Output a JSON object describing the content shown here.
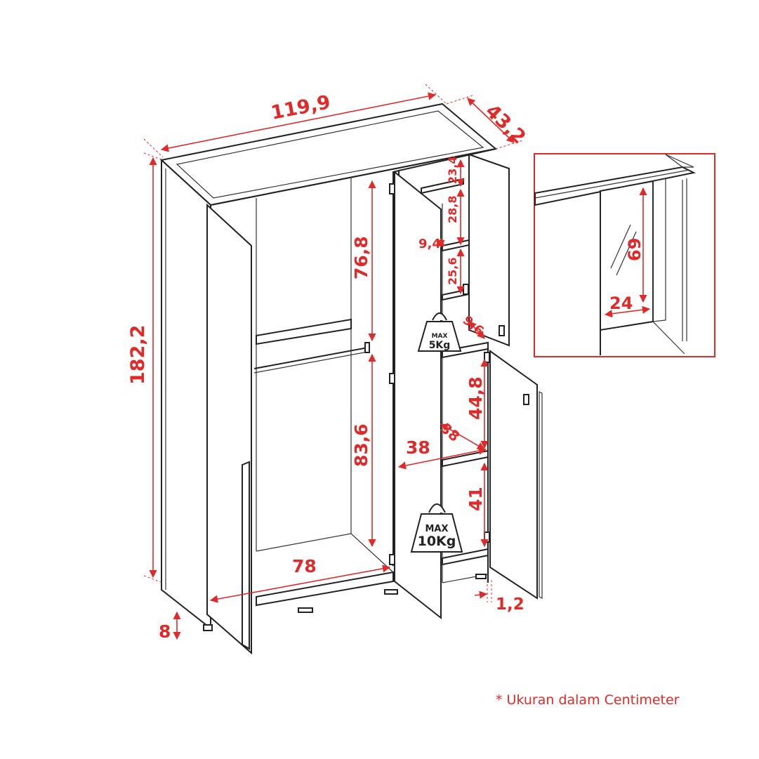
{
  "dimensions": {
    "width": "119,9",
    "depth": "43,2",
    "height": "182,2",
    "plinth": "8",
    "top_shelf": "23,4",
    "shelf_2": "28,8",
    "shelf_3": "25,6",
    "side_gap": "9,4",
    "gap_mid": "9,6",
    "hanging_upper": "76,8",
    "hanging_lower": "83,6",
    "inner_width": "78",
    "compartment_width": "38",
    "lower_upper": "44,8",
    "lower_lower": "41",
    "shelf_depth": "38",
    "door_thickness": "1,2",
    "mirror_height": "69",
    "mirror_width": "24"
  },
  "weights": {
    "small_max": "MAX",
    "small_value": "5Kg",
    "large_max": "MAX",
    "large_value": "10Kg"
  },
  "footnote": "* Ukuran dalam Centimeter",
  "colors": {
    "dimension": "#e02a2a",
    "outline": "#222222"
  }
}
